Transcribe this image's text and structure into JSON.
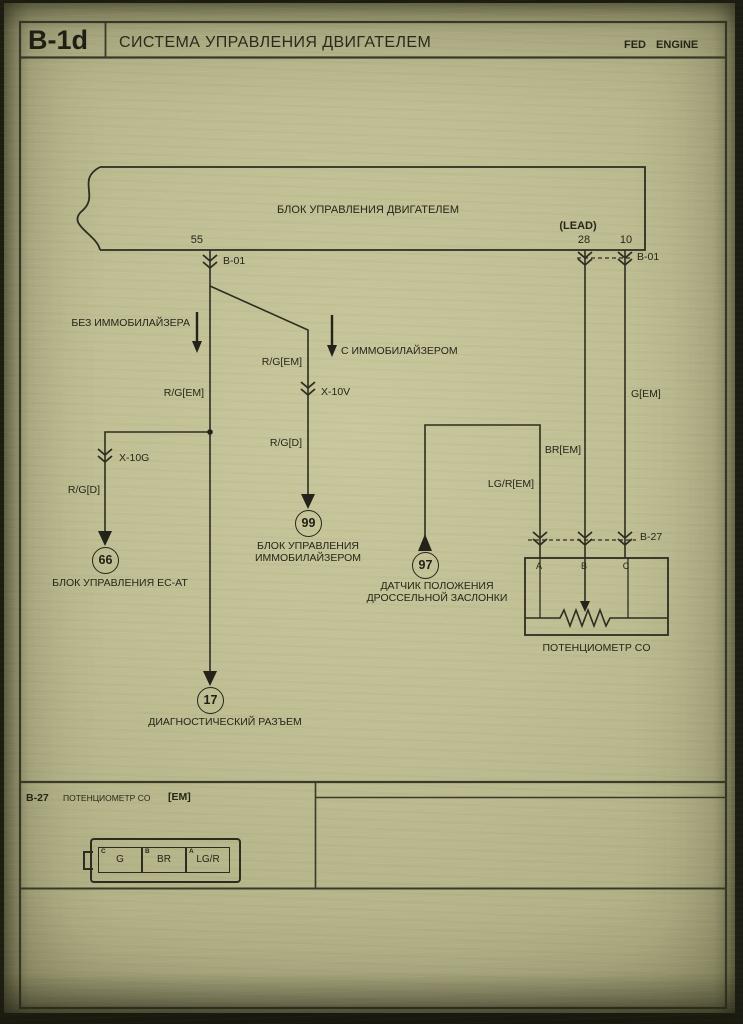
{
  "header": {
    "code": "B-1d",
    "title": "СИСТЕМА УПРАВЛЕНИЯ ДВИГАТЕЛЕМ",
    "tag": "FED ENGINE"
  },
  "ecm": {
    "label": "БЛОК УПРАВЛЕНИЯ ДВИГАТЕЛЕМ",
    "lead": "(LEAD)",
    "pin55": "55",
    "pin28": "28",
    "pin10": "10"
  },
  "connectors": {
    "b01_left": "B-01",
    "b01_right": "B-01",
    "x10g": "X-10G",
    "x10v": "X-10V",
    "b27_row": "B-27"
  },
  "branches": {
    "no_immobilizer": "БЕЗ ИММОБИЛАЙЗЕРА",
    "with_immobilizer": "С ИММОБИЛАЙЗЕРОМ"
  },
  "wires": {
    "rg_em_left": "R/G[EM]",
    "rg_em_mid": "R/G[EM]",
    "rg_d_left": "R/G[D]",
    "rg_d_mid": "R/G[D]",
    "br_em": "BR[EM]",
    "g_em": "G[EM]",
    "lgr_em": "LG/R[EM]"
  },
  "nodes": {
    "ecat": {
      "num": "66",
      "label": "БЛОК УПРАВЛЕНИЯ EC-AT"
    },
    "immo": {
      "num": "99",
      "line1": "БЛОК УПРАВЛЕНИЯ",
      "line2": "ИММОБИЛАЙЗЕРОМ"
    },
    "diag": {
      "num": "17",
      "label": "ДИАГНОСТИЧЕСКИЙ РАЗЪЕМ"
    },
    "tps": {
      "num": "97",
      "line1": "ДАТЧИК ПОЛОЖЕНИЯ",
      "line2": "ДРОССЕЛЬНОЙ ЗАСЛОНКИ"
    }
  },
  "potentiometer": {
    "pin_a": "A",
    "pin_b": "B",
    "pin_c": "C",
    "label": "ПОТЕНЦИОМЕТР CO"
  },
  "footer": {
    "id": "B-27",
    "name": "ПОТЕНЦИОМЕТР CO",
    "tag": "[EM]",
    "pins": [
      {
        "pin": "C",
        "wire": "G"
      },
      {
        "pin": "B",
        "wire": "BR"
      },
      {
        "pin": "A",
        "wire": "LG/R"
      }
    ]
  }
}
